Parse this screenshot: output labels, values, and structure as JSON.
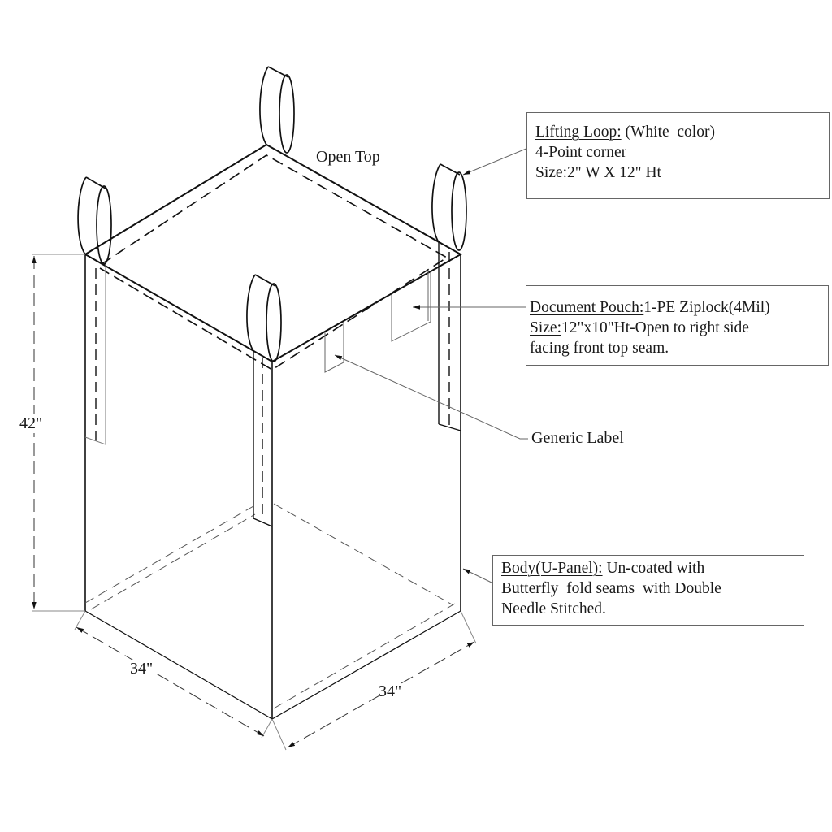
{
  "diagram": {
    "type": "isometric technical drawing",
    "subject": "Bulk bag (FIBC) with open top and 4 corner lifting loops"
  },
  "labels": {
    "open_top": "Open Top",
    "generic_label": "Generic Label"
  },
  "dimensions": {
    "height": "42\"",
    "width_left": "34\"",
    "width_right": "34\""
  },
  "callouts": {
    "lifting_loop": {
      "title": "Lifting Loop:",
      "title_rest": " (White  color)",
      "line2": "4-Point corner",
      "line3_key": "Size:",
      "line3_rest": "2\" W X 12\" Ht"
    },
    "document_pouch": {
      "title": "Document Pouch:",
      "title_rest": "1-PE Ziplock(4Mil)",
      "line2_key": "Size:",
      "line2_rest": "12\"x10\"Ht-Open to right side",
      "line3": "facing front top seam."
    },
    "body": {
      "title": "Body(U-Panel):",
      "title_rest": " Un-coated with",
      "line2": "Butterfly  fold seams  with Double",
      "line3": "Needle Stitched."
    }
  },
  "colors": {
    "line": "#111111",
    "leader": "#666666",
    "background": "#ffffff"
  }
}
